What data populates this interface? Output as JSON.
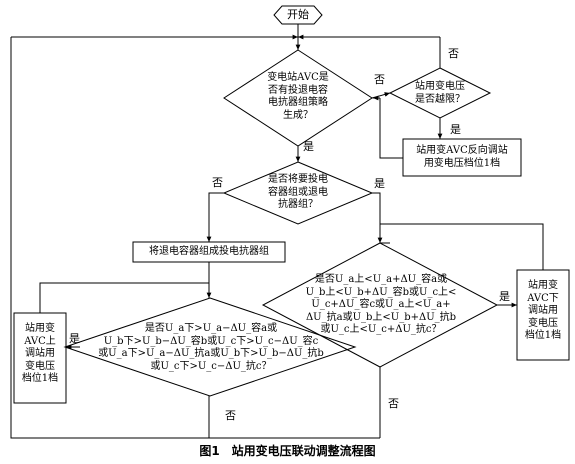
{
  "nodes": {
    "start": "开始",
    "q_avc": "变电站AVC是\n否有投退电容\n电抗器组策略\n生成？",
    "q_limit": "站用变电压\n是否越限？",
    "act_reverse": "站用变AVC反向调站\n用变电压档位1档",
    "q_switch": "是否将要投电\n容器组或退电\n抗器组？",
    "act_swap": "将退电容器组成投电抗器组",
    "q_right": "是否U_a上<U_a+ΔU_容a或\nU_b上<U_b+ΔU_容b或U_c上<\nU_c+ΔU_容c或U_a上<U_a+\nΔU_抗a或U_b上<U_b+ΔU_抗b\n或U_c上<U_c+ΔU_抗c？",
    "act_down": "站用变\nAVC下\n调站用\n变电压\n档位1档",
    "q_left": "是否U_a下>U_a−ΔU_容a或\nU_b下>U_b−ΔU_容b或U_c下>U_c−ΔU_容c\n或U_a下>U_a−ΔU_抗a或U_b下>U_b−ΔU_抗b\n或U_c下>U_c−ΔU_抗c？",
    "act_up": "站用变\nAVC上\n调站用\n变电压\n档位1档"
  },
  "edge_labels": {
    "avc_no": "否",
    "limit_no": "否",
    "limit_yes": "是",
    "avc_yes": "是",
    "switch_no": "否",
    "switch_yes": "是",
    "right_yes": "是",
    "right_no": "否",
    "left_yes": "是",
    "left_no": "否"
  },
  "caption": "图1　站用变电压联动调整流程图"
}
